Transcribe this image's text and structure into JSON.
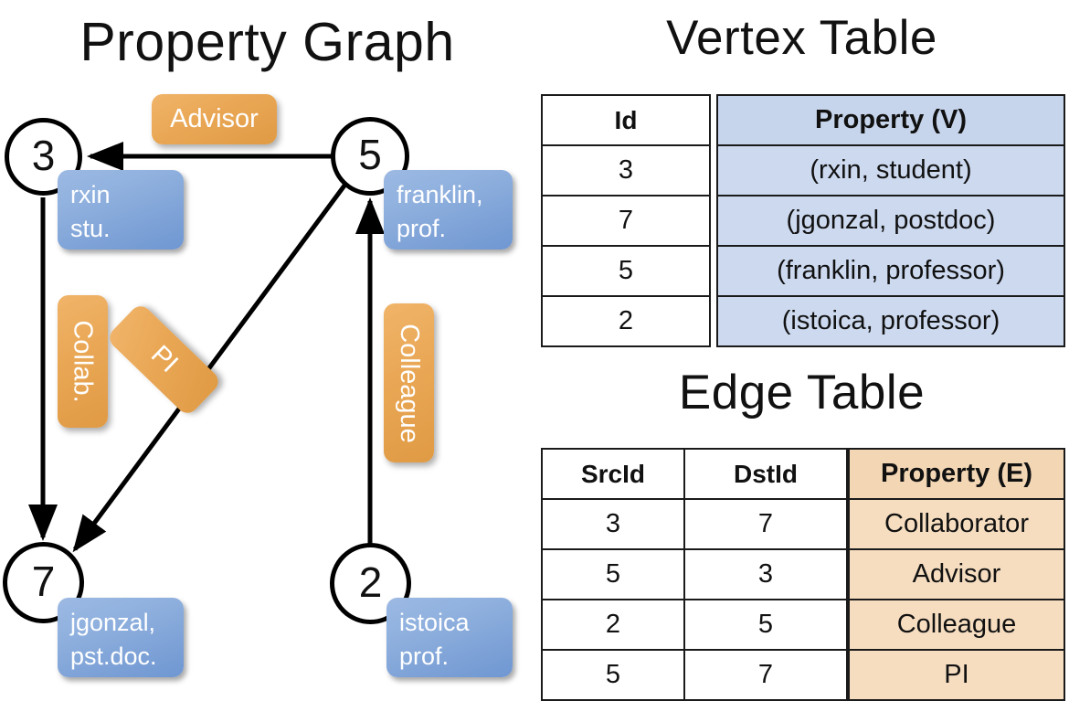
{
  "titles": {
    "property_graph": "Property Graph",
    "vertex_table": "Vertex Table",
    "edge_table": "Edge Table"
  },
  "colors": {
    "vertex_property_fill": "#ccd9ef",
    "edge_property_fill": "#f6ddc0",
    "edge_label_fill": "#e9a755",
    "vertex_callout_fill": "#8fb0de",
    "stroke": "#000000"
  },
  "graph": {
    "nodes": [
      {
        "id": "3",
        "callout": [
          "rxin",
          "stu."
        ]
      },
      {
        "id": "5",
        "callout": [
          "franklin,",
          "prof."
        ]
      },
      {
        "id": "7",
        "callout": [
          "jgonzal,",
          "pst.doc."
        ]
      },
      {
        "id": "2",
        "callout": [
          "istoica",
          "prof."
        ]
      }
    ],
    "edge_labels": [
      {
        "name": "advisor",
        "text": "Advisor"
      },
      {
        "name": "collab",
        "text": "Collab."
      },
      {
        "name": "pi",
        "text": "PI"
      },
      {
        "name": "colleague",
        "text": "Colleague"
      }
    ]
  },
  "vertex_table": {
    "headers": [
      "Id",
      "Property (V)"
    ],
    "rows": [
      {
        "id": "3",
        "property": "(rxin, student)"
      },
      {
        "id": "7",
        "property": "(jgonzal, postdoc)"
      },
      {
        "id": "5",
        "property": "(franklin, professor)"
      },
      {
        "id": "2",
        "property": "(istoica, professor)"
      }
    ]
  },
  "edge_table": {
    "headers": [
      "SrcId",
      "DstId",
      "Property (E)"
    ],
    "rows": [
      {
        "src": "3",
        "dst": "7",
        "property": "Collaborator"
      },
      {
        "src": "5",
        "dst": "3",
        "property": "Advisor"
      },
      {
        "src": "2",
        "dst": "5",
        "property": "Colleague"
      },
      {
        "src": "5",
        "dst": "7",
        "property": "PI"
      }
    ]
  }
}
